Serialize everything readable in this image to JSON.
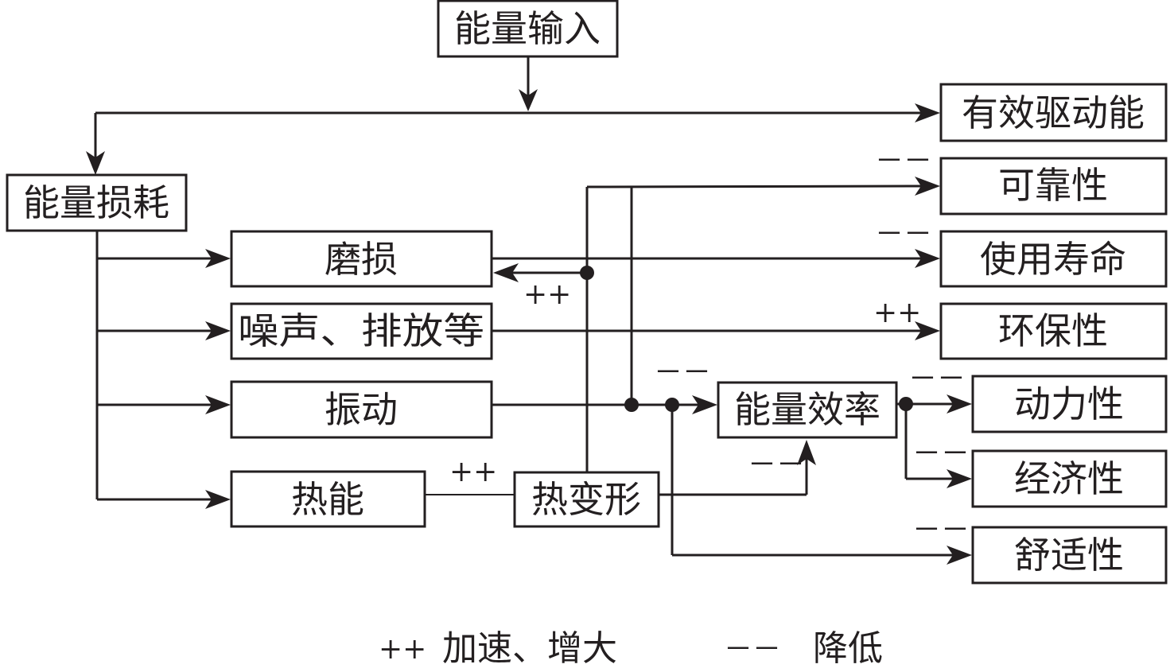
{
  "nodes": {
    "energy_input": "能量输入",
    "effective_drive": "有效驱动能",
    "energy_loss": "能量损耗",
    "wear": "磨损",
    "noise_emission": "噪声、排放等",
    "vibration": "振动",
    "heat": "热能",
    "thermal_deformation": "热变形",
    "energy_efficiency": "能量效率",
    "reliability": "可靠性",
    "service_life": "使用寿命",
    "environmental": "环保性",
    "power_performance": "动力性",
    "economy": "经济性",
    "comfort": "舒适性"
  },
  "signs": {
    "to_reliability": "－－",
    "to_service_life": "－－",
    "to_environmental": "++",
    "to_wear": "++",
    "heat_to_deformation": "++",
    "to_efficiency": "－－",
    "deformation_to_efficiency": "－－",
    "to_power": "－－",
    "to_economy": "－－",
    "to_comfort": "－－"
  },
  "legend": {
    "plus_symbol": "++",
    "plus_text": "加速、增大",
    "minus_symbol": "－－",
    "minus_text": "降低"
  }
}
